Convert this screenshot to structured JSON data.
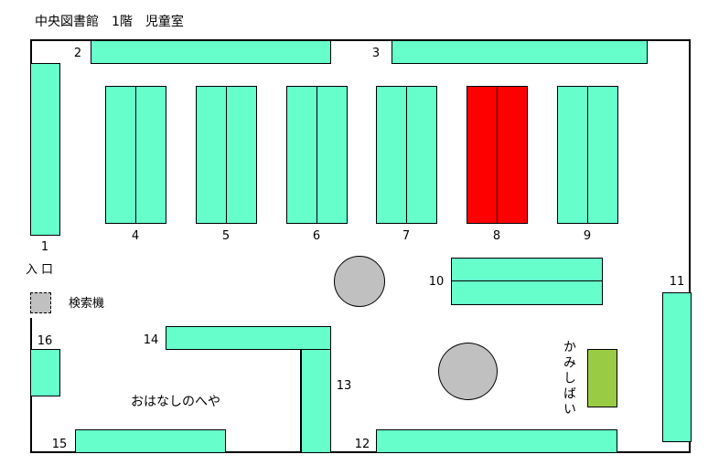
{
  "title": "中央図書館　1階　児童室",
  "labels": {
    "entrance": "入口",
    "kiosk": "検索機",
    "story_room": "おはなしのへや",
    "kamishibai": "かみしばい"
  },
  "shelf_numbers": {
    "s1": "1",
    "s2": "2",
    "s3": "3",
    "s4": "4",
    "s5": "5",
    "s6": "6",
    "s7": "7",
    "s8": "8",
    "s9": "9",
    "s10": "10",
    "s11": "11",
    "s12": "12",
    "s13": "13",
    "s14": "14",
    "s15": "15",
    "s16": "16"
  },
  "colors": {
    "shelf": "#66ffcc",
    "highlight": "#ff0000",
    "kamishibai": "#99cc44",
    "table": "#c0c0c0",
    "kiosk": "#c0c0c0"
  },
  "highlighted_shelf": "8"
}
